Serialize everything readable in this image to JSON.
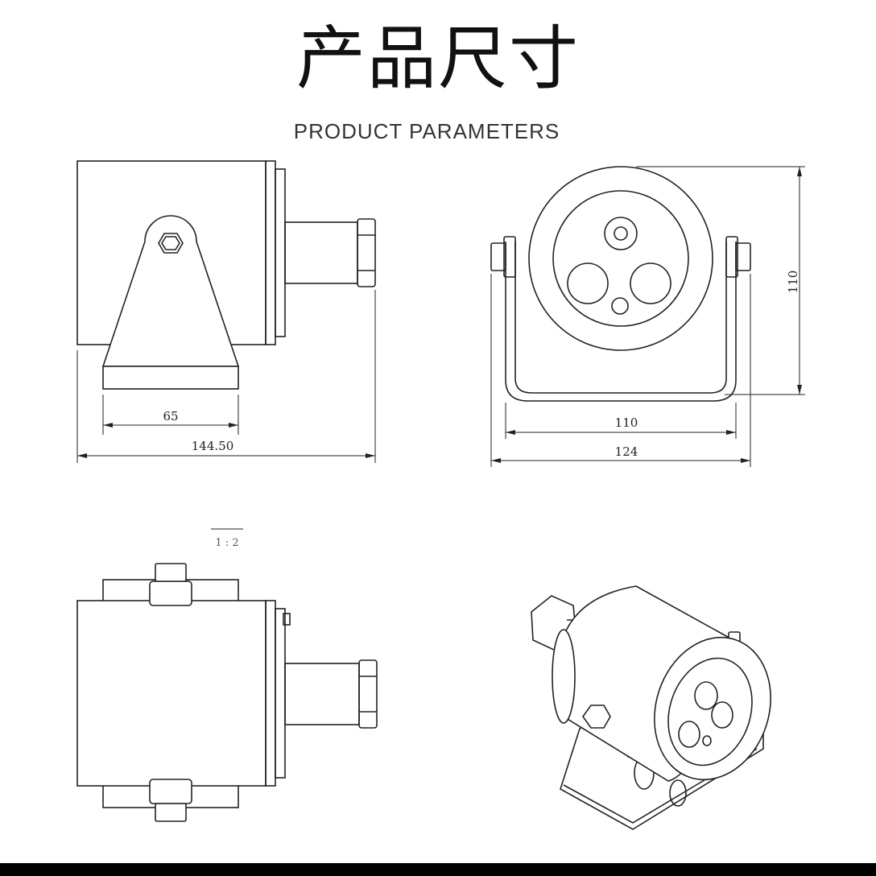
{
  "title": "产品尺寸",
  "subtitle": "PRODUCT  PARAMETERS",
  "dimensions": {
    "side_base": "65",
    "side_total": "144.50",
    "front_height": "110",
    "front_inner": "110",
    "front_total": "124"
  },
  "scale_note": "1 : 2",
  "colors": {
    "line": "#222222",
    "background": "#ffffff",
    "bar": "#000000"
  }
}
